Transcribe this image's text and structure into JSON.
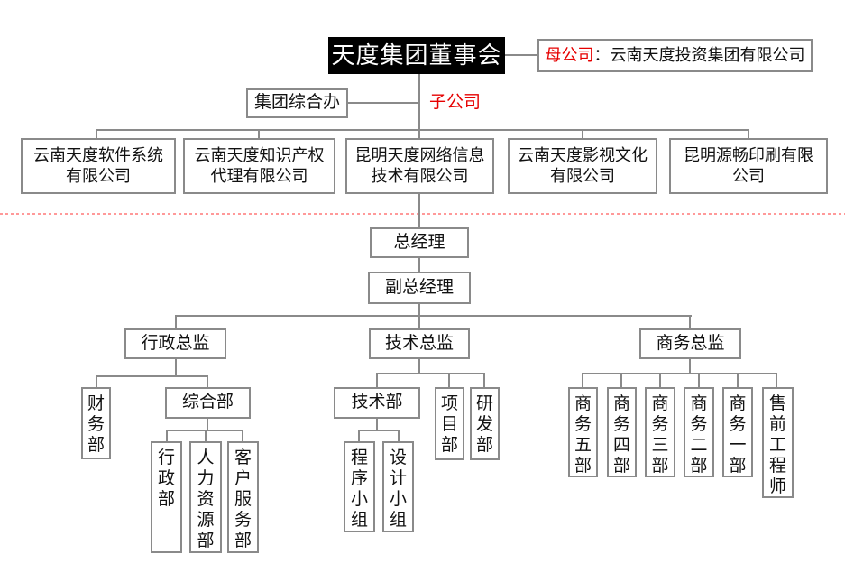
{
  "colors": {
    "line": "#8a8a8a",
    "accent_red": "#e60000",
    "divider_red": "#ff9999",
    "board_bg": "#000000"
  },
  "board": {
    "label": "天度集团董事会"
  },
  "parent_company": {
    "label_red": "母公司",
    "label_rest": "：云南天度投资集团有限公司"
  },
  "labels": {
    "subsidiary": "子公司"
  },
  "group_office": {
    "label": "集团综合办"
  },
  "subsidiaries": [
    {
      "line1": "云南天度软件系统",
      "line2": "有限公司"
    },
    {
      "line1": "云南天度知识产权",
      "line2": "代理有限公司"
    },
    {
      "line1": "昆明天度网络信息",
      "line2": "技术有限公司"
    },
    {
      "line1": "云南天度影视文化",
      "line2": "有限公司"
    },
    {
      "line1": "昆明源畅印刷有限",
      "line2": "公司"
    }
  ],
  "management": {
    "general_manager": "总经理",
    "deputy_general_manager": "副总经理"
  },
  "directors": {
    "admin": "行政总监",
    "tech": "技术总监",
    "business": "商务总监"
  },
  "admin_branch": {
    "finance": "财务部",
    "general": "综合部",
    "admin_dept": "行政部",
    "hr": "人力资源部",
    "customer_service": "客户服务部"
  },
  "tech_branch": {
    "tech_dept": "技术部",
    "project": "项目部",
    "rnd": "研发部",
    "program_team": "程序小组",
    "design_team": "设计小组"
  },
  "business_branch": {
    "biz5": "商务五部",
    "biz4": "商务四部",
    "biz3": "商务三部",
    "biz2": "商务二部",
    "biz1": "商务一部",
    "presales": "售前工程师"
  }
}
